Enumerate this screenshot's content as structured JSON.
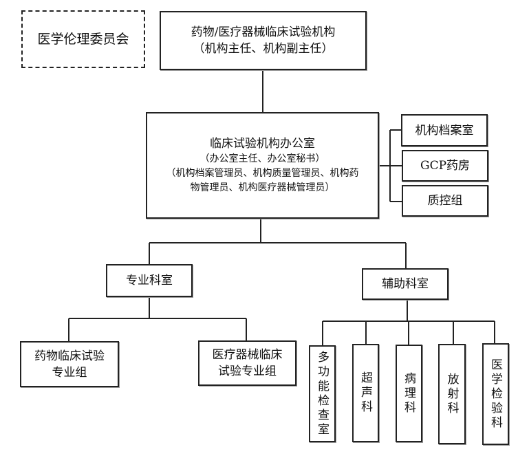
{
  "ethics_committee": "医学伦理委员会",
  "institution": {
    "title": "药物/医疗器械临床试验机构",
    "subtitle": "（机构主任、机构副主任）"
  },
  "office": {
    "title": "临床试验机构办公室",
    "line2": "（办公室主任、办公室秘书）",
    "line3": "（机构档案管理员、机构质量管理员、机构药",
    "line4": "物管理员、机构医疗器械管理员）"
  },
  "office_units": [
    "机构档案室",
    "GCP药房",
    "质控组"
  ],
  "professional": {
    "title": "专业科室",
    "groups": [
      {
        "line1": "药物临床试验",
        "line2": "专业组"
      },
      {
        "line1": "医疗器械临床",
        "line2": "试验专业组"
      }
    ]
  },
  "auxiliary": {
    "title": "辅助科室",
    "departments": [
      "多功能检查室",
      "超声科",
      "病理科",
      "放射科",
      "医学检验科"
    ]
  }
}
